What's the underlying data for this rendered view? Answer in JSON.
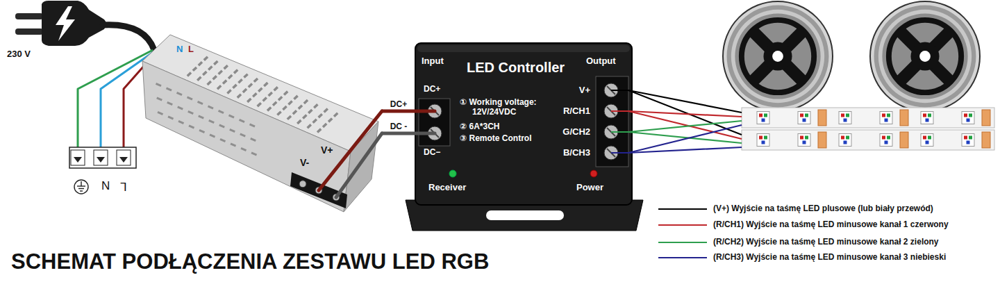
{
  "diagram": {
    "title": "SCHEMAT PODŁĄCZENIA ZESTAWU LED RGB",
    "nodes": [
      {
        "text": [
          "V-",
          "V+"
        ]
      },
      {
        "text": [
          "Input",
          "LED Controller",
          "Output",
          "DC+",
          "DC−",
          "① Working voltage: 12V/24VDC",
          "② 6A*3CH",
          "③ Remote Control",
          "V+",
          "R/CH1",
          "G/CH2",
          "B/CH3",
          "Receiver",
          "Power"
        ]
      }
    ],
    "edges": [
      {
        "from": 0,
        "to": 1,
        "arrow": "none",
        "label": "DC+"
      },
      {
        "from": 0,
        "to": 1,
        "arrow": "none",
        "label": "DC -"
      }
    ],
    "labels": [
      "230 V",
      "N",
      "L",
      "N",
      "L"
    ],
    "legend": [
      {
        "text": "(V+) Wyjście na taśmę LED plusowe (lub biały przewód)"
      },
      {
        "text": "(R/CH1) Wyjście na taśmę LED minusowe kanał 1 czerwony"
      },
      {
        "text": "(R/CH2) Wyjście na taśmę LED minusowe kanał 2 zielony"
      },
      {
        "text": "(R/CH3) Wyjście na taśmę LED minusowe kanał 3 niebieski"
      }
    ]
  }
}
